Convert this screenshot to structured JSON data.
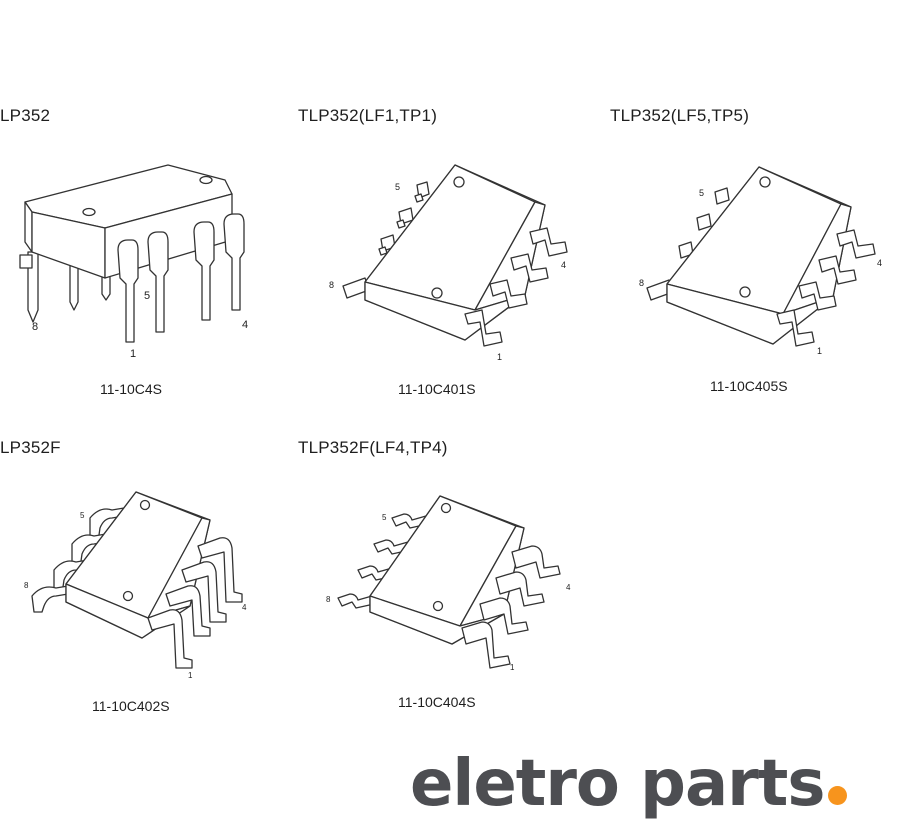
{
  "packages": [
    {
      "title": "LP352",
      "code": "11-10C4S",
      "pins": {
        "p1": "1",
        "p4": "4",
        "p5": "5",
        "p8": "8"
      }
    },
    {
      "title": "TLP352(LF1,TP1)",
      "code": "11-10C401S",
      "pins": {
        "p1": "1",
        "p4": "4",
        "p5": "5",
        "p8": "8"
      }
    },
    {
      "title": "TLP352(LF5,TP5)",
      "code": "11-10C405S",
      "pins": {
        "p1": "1",
        "p4": "4",
        "p5": "5",
        "p8": "8"
      }
    },
    {
      "title": "LP352F",
      "code": "11-10C402S",
      "pins": {
        "p1": "1",
        "p4": "4",
        "p5": "5",
        "p8": "8"
      }
    },
    {
      "title": "TLP352F(LF4,TP4)",
      "code": "11-10C404S",
      "pins": {
        "p1": "1",
        "p4": "4",
        "p5": "5",
        "p8": "8"
      }
    }
  ],
  "logo": {
    "text": "eletro parts",
    "dot_color": "#f7941d",
    "text_color": "#4d4e52"
  }
}
